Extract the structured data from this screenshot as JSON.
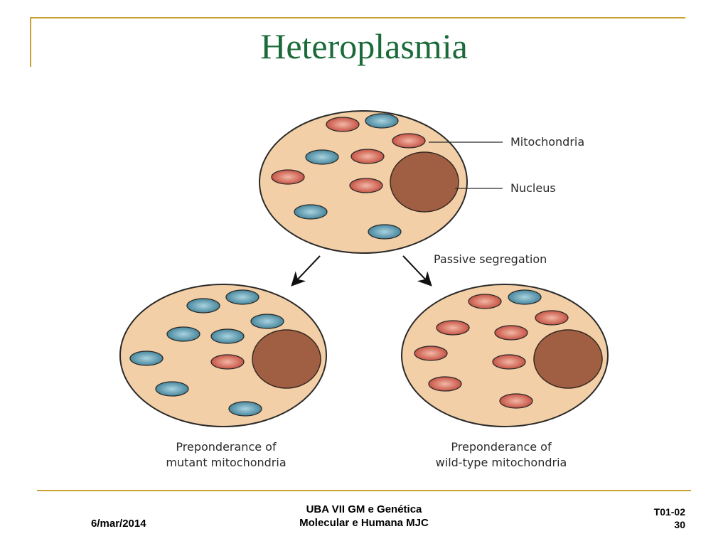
{
  "title": "Heteroplasmia",
  "diagram": {
    "labels": {
      "mitochondria": "Mitochondria",
      "nucleus": "Nucleus",
      "passive_segregation": "Passive segregation",
      "mutant_caption_line1": "Preponderance of",
      "mutant_caption_line2": "mutant mitochondria",
      "wildtype_caption_line1": "Preponderance of",
      "wildtype_caption_line2": "wild-type mitochondria"
    },
    "colors": {
      "cell_fill": "#f2cfa6",
      "cell_stroke": "#2a2a2a",
      "nucleus_fill": "#a05f43",
      "mutant_mito": "#5b9bb0",
      "wildtype_mito": "#d9695a",
      "title": "#1b6b3a",
      "frame": "#c9a032"
    }
  },
  "footer": {
    "date": "6/mar/2014",
    "course_line1": "UBA VII GM e Genética",
    "course_line2": "Molecular e Humana MJC",
    "code": "T01-02",
    "page": "30"
  }
}
